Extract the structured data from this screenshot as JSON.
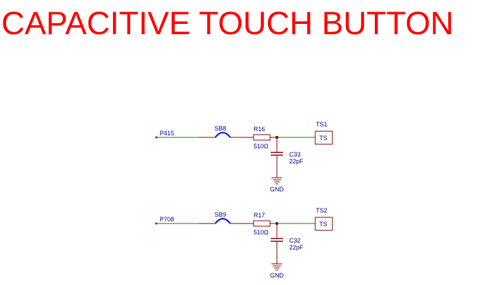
{
  "title": "CAPACITIVE TOUCH BUTTON",
  "colors": {
    "title": "#ff0000",
    "net_wire": "#008000",
    "wire": "#800000",
    "label": "#000080",
    "jumper": "#0000ff"
  },
  "channels": [
    {
      "net": "P415",
      "jumper": "SB8",
      "resistor": {
        "ref": "R16",
        "value": "510Ω"
      },
      "capacitor": {
        "ref": "C33",
        "value": "22pF"
      },
      "touch_ref": "TS1",
      "touch_label": "TS",
      "ground": "GND"
    },
    {
      "net": "P708",
      "jumper": "SB9",
      "resistor": {
        "ref": "R17",
        "value": "510Ω"
      },
      "capacitor": {
        "ref": "C32",
        "value": "22pF"
      },
      "touch_ref": "TS2",
      "touch_label": "TS",
      "ground": "GND"
    }
  ]
}
